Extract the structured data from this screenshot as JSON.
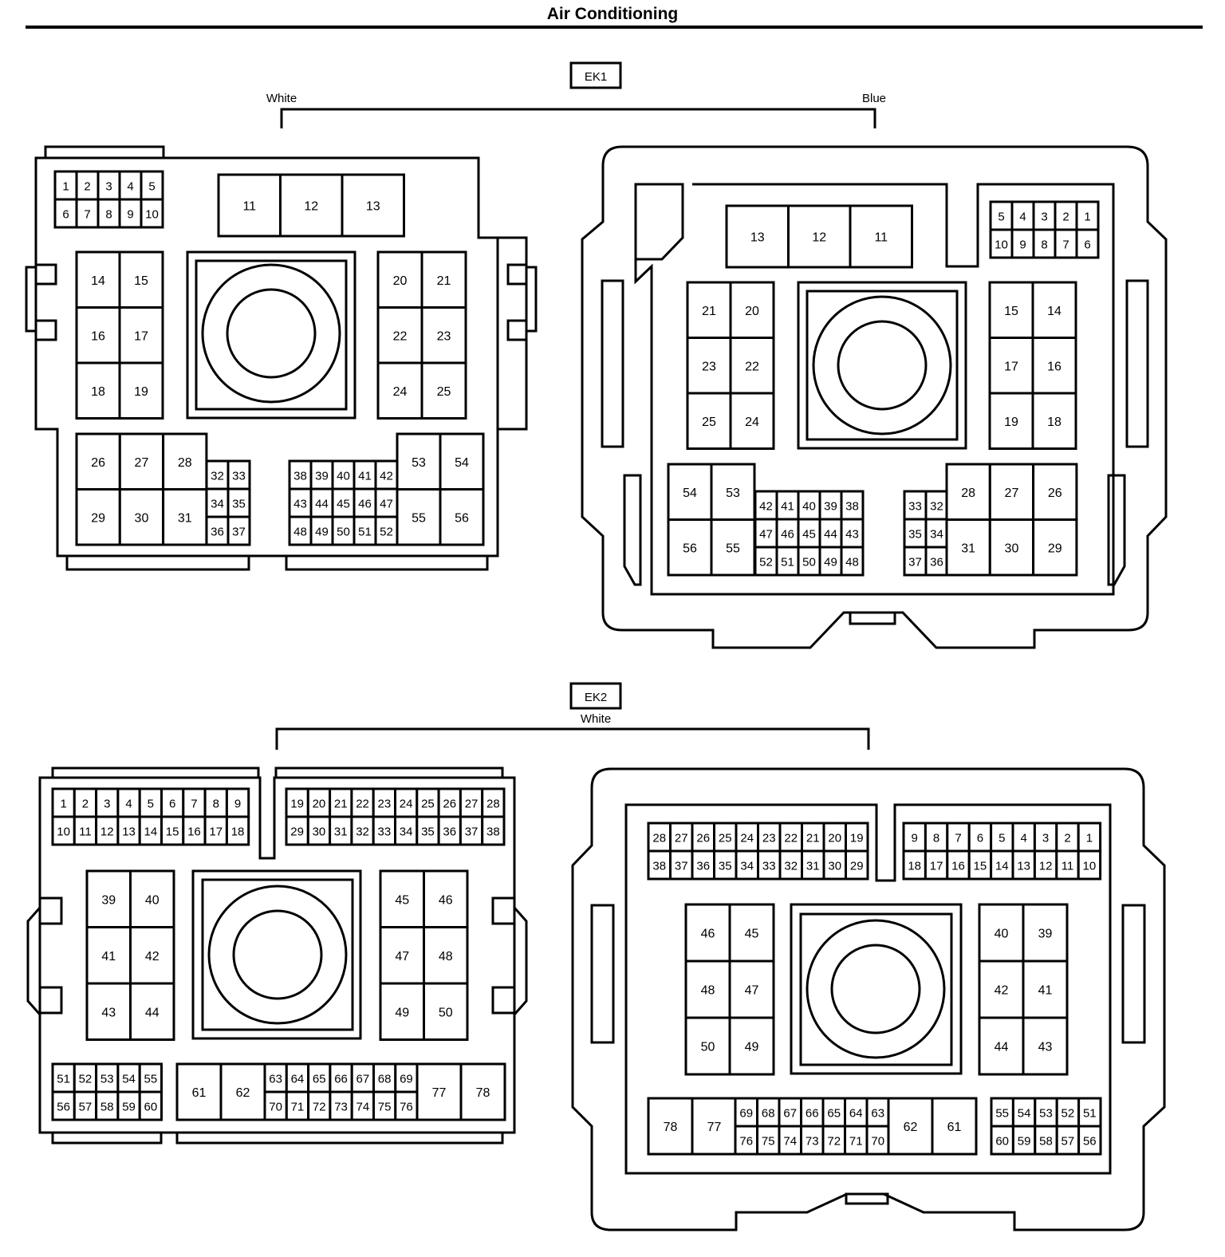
{
  "title": "Air Conditioning",
  "connectors": {
    "ek1": {
      "id": "EK1",
      "left_color": "White",
      "right_color": "Blue"
    },
    "ek2": {
      "id": "EK2",
      "color": "White"
    }
  },
  "colors": {
    "ink": "#000000",
    "paper": "#ffffff"
  }
}
